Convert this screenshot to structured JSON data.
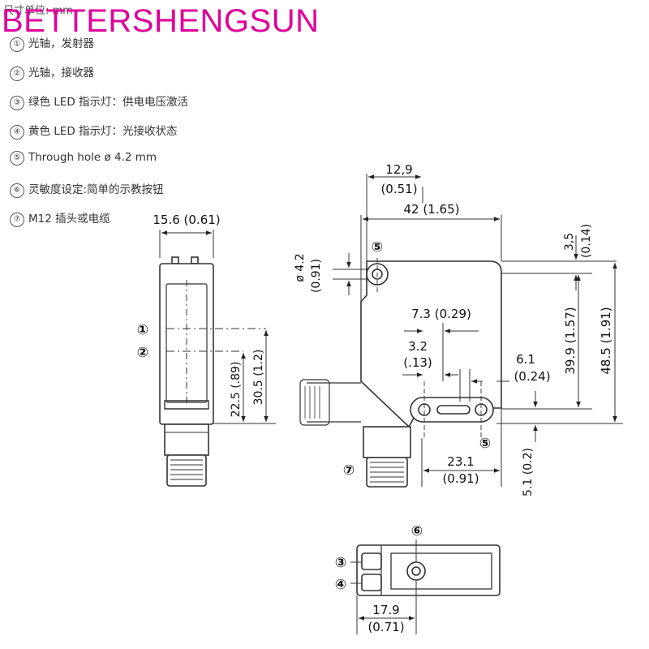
{
  "header": {
    "watermark": "BETTERSHENGSUN",
    "units_label": "尺寸单位: mm"
  },
  "legend": [
    {
      "num": "①",
      "text": "光轴，发射器"
    },
    {
      "num": "②",
      "text": "光轴，接收器"
    },
    {
      "num": "③",
      "text": "绿色 LED 指示灯：供电电压激活"
    },
    {
      "num": "④",
      "text": "黄色 LED 指示灯：光接收状态"
    },
    {
      "num": "⑤",
      "text": "Through hole ø 4.2 mm"
    },
    {
      "num": "⑥",
      "text": "灵敏度设定:简单的示教按钮"
    },
    {
      "num": "⑦",
      "text": "M12 插头或电缆"
    }
  ],
  "front_view": {
    "width_label": "15.6 (0.61)",
    "ref_1": "①",
    "ref_2": "②",
    "dim_axis1": "30.5 (1.2)",
    "dim_axis2": "22.5 (.89)"
  },
  "side_view": {
    "top_small": "12,9",
    "top_small_in": "(0.51)",
    "width": "42 (1.65)",
    "hole_d": "ø 4.2",
    "hole_d_in": "(0.91)",
    "ref_5_top": "⑤",
    "dim_7_3": "7.3 (0.29)",
    "dim_3_2": "3.2",
    "dim_3_2_in": "(.13)",
    "dim_6_1": "6.1",
    "dim_6_1_in": "(0.24)",
    "dim_3_5": "3,5",
    "dim_3_5_in": "(0.14)",
    "dim_39_9": "39.9 (1.57)",
    "dim_48_5": "48.5 (1.91)",
    "ref_5_bottom": "⑤",
    "dim_23_1": "23.1",
    "dim_23_1_in": "(0.91)",
    "dim_5_1": "5.1 (0.2)",
    "ref_7": "⑦"
  },
  "bottom_view": {
    "ref_6": "⑥",
    "ref_3": "③",
    "ref_4": "④",
    "dim_17_9": "17.9",
    "dim_17_9_in": "(0.71)"
  }
}
